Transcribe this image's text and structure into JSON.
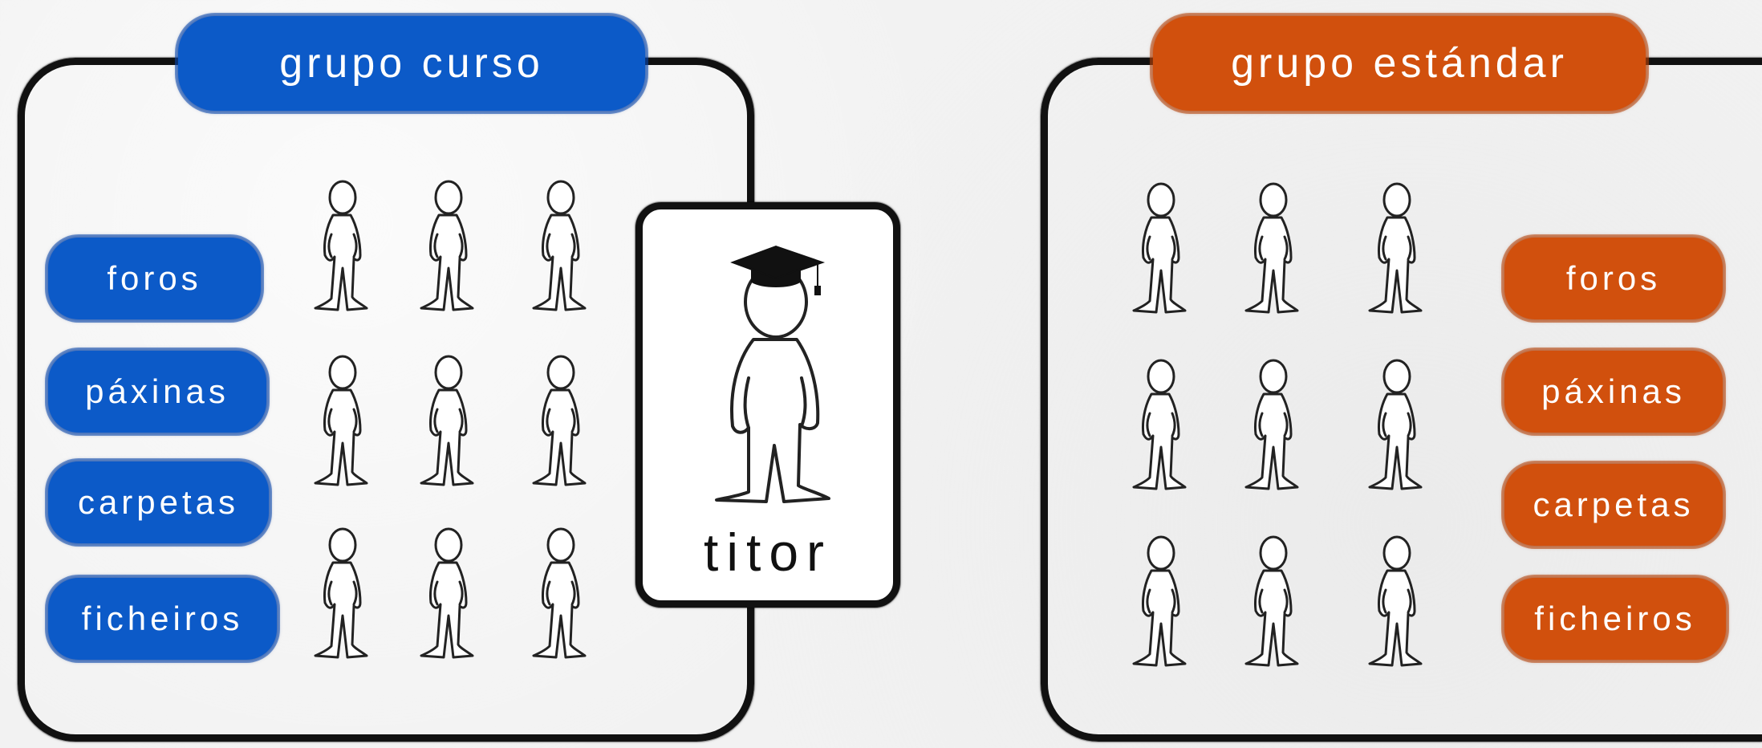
{
  "groups": {
    "curso": {
      "title": "grupo curso",
      "color": "#0c5ac8",
      "features": [
        "foros",
        "páxinas",
        "carpetas",
        "ficheiros"
      ]
    },
    "estandar": {
      "title": "grupo estándar",
      "color": "#d1500d",
      "features": [
        "foros",
        "páxinas",
        "carpetas",
        "ficheiros"
      ]
    }
  },
  "tutor": {
    "label": "titor",
    "icon": "graduate-person-icon"
  },
  "people_icon": "person-icon"
}
